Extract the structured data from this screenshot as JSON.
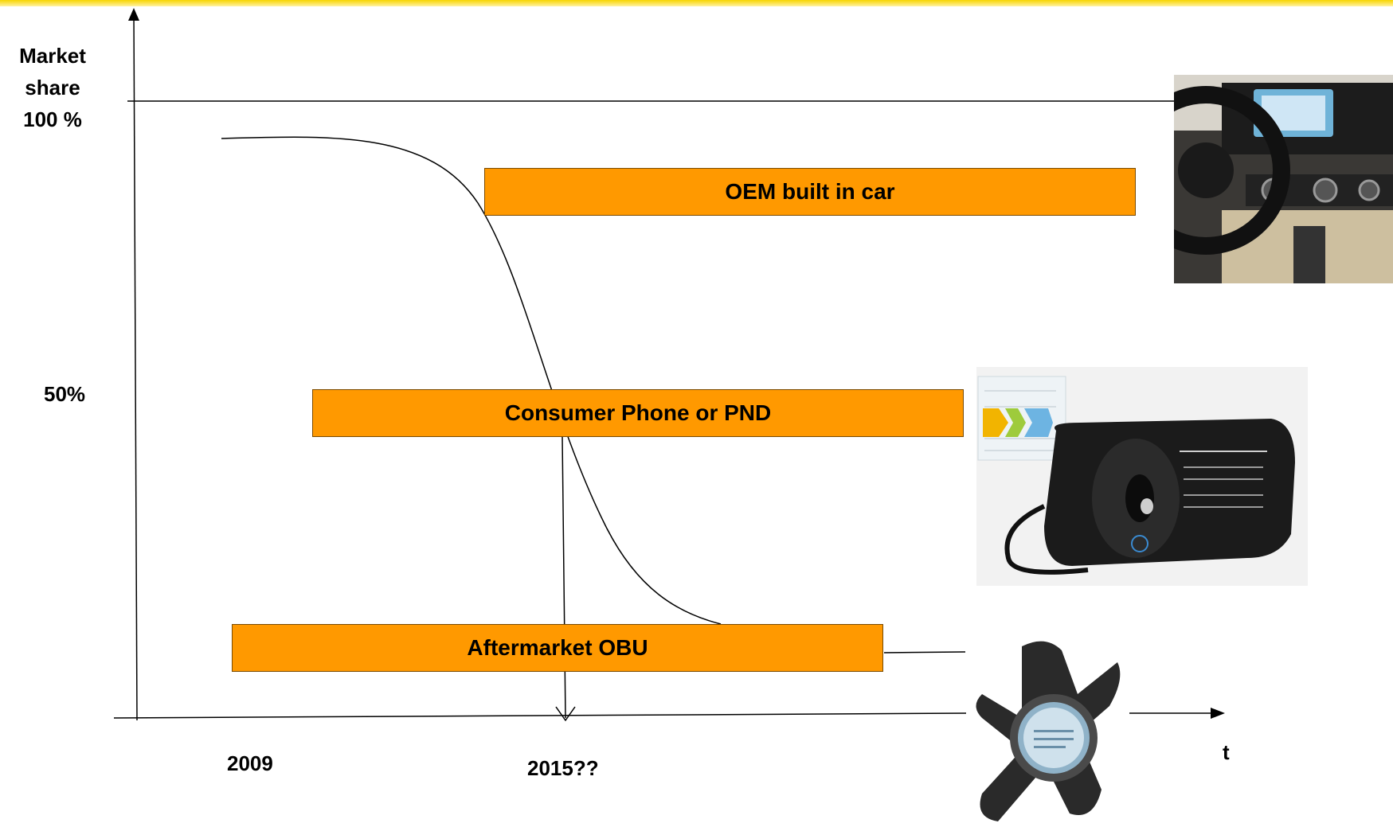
{
  "axes": {
    "y_label": "Market share 100 %",
    "y_mid_label": "50%",
    "x_labels": [
      "2009",
      "2015??"
    ],
    "x_axis_label": "t"
  },
  "bars": {
    "oem": "OEM built in car",
    "phone": "Consumer Phone or PND",
    "obu": "Aftermarket OBU"
  },
  "colors": {
    "bar_fill": "#ff9900",
    "top_band": "#f7d400"
  },
  "images": {
    "car_interior": "car-dashboard-photo",
    "pnd_device": "nxp-pnd-device-photo",
    "obu_device": "aftermarket-obu-device-photo"
  }
}
